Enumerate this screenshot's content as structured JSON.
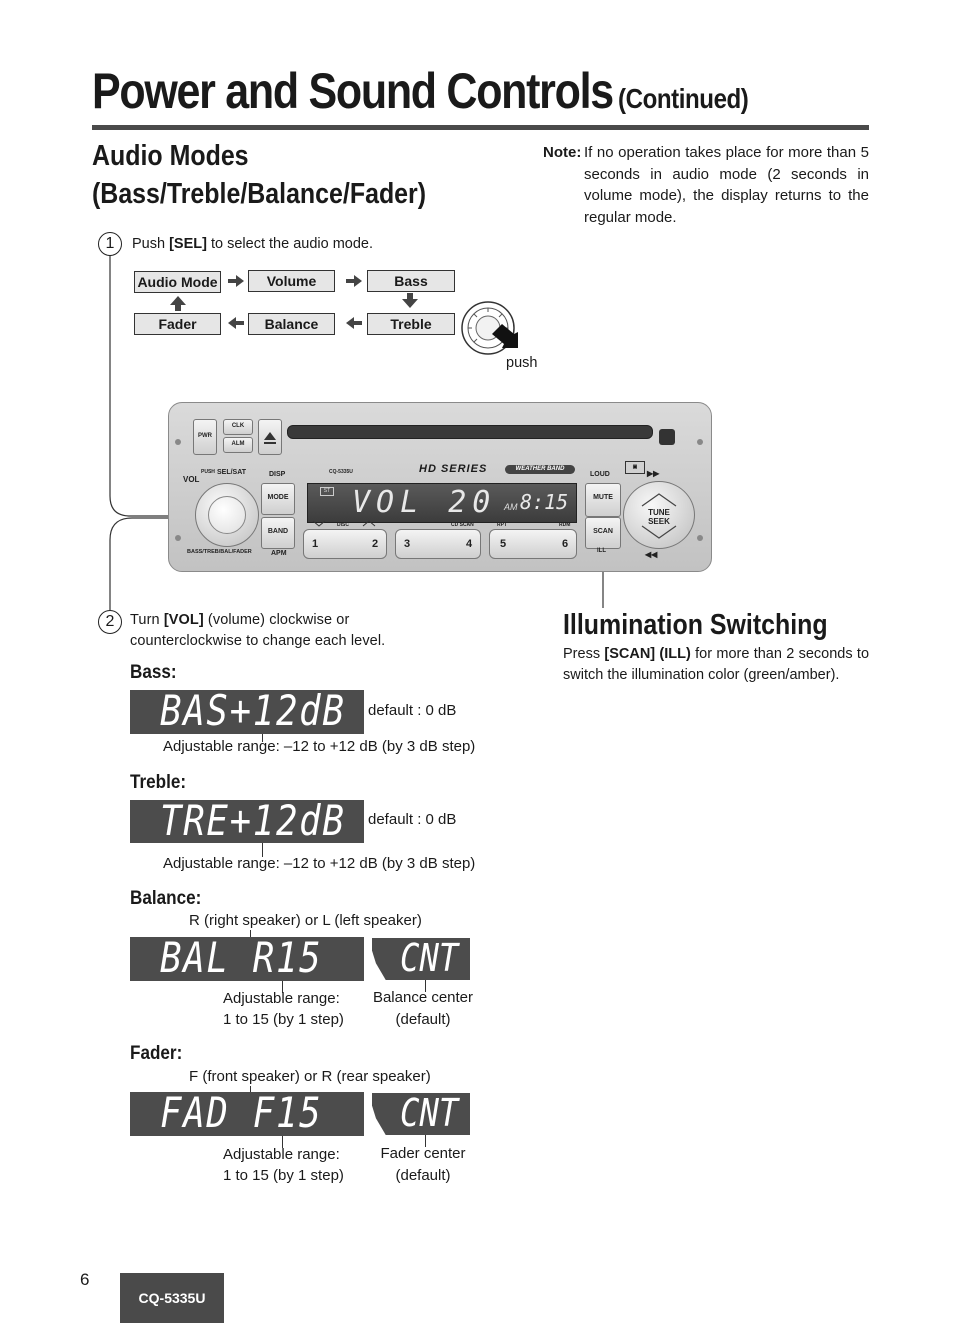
{
  "header": {
    "title": "Power and Sound Controls",
    "title_suffix": "(Continued)"
  },
  "audio_modes": {
    "heading_line1": "Audio Modes",
    "heading_line2": "(Bass/Treble/Balance/Fader)"
  },
  "note": {
    "label": "Note:",
    "text": "If no operation takes place for more than 5 seconds in audio mode (2 seconds in volume mode), the display returns to the regular mode."
  },
  "step1": {
    "number": "1",
    "text_pre": "Push ",
    "key": "[SEL]",
    "text_post": " to select the audio mode."
  },
  "flow": {
    "audio_mode": "Audio Mode",
    "volume": "Volume",
    "bass": "Bass",
    "fader": "Fader",
    "balance": "Balance",
    "treble": "Treble"
  },
  "push_label": "push",
  "radio": {
    "pwr": "PWR",
    "clk": "CLK",
    "alm": "ALM",
    "vol": "VOL",
    "push": "PUSH",
    "sel_sat": "SEL/SAT",
    "disp": "DISP",
    "model_small": "CQ-5335U",
    "hd_series": "HD SERIES",
    "weather_band": "WEATHER BAND",
    "loud": "LOUD",
    "mode": "MODE",
    "band": "BAND",
    "apm": "APM",
    "mute": "MUTE",
    "scan": "SCAN",
    "ill": "ILL",
    "tune": "TUNE",
    "seek": "SEEK",
    "bass_treb": "BASS/TREB/BAL/FADER",
    "st": "ST",
    "disc": "DISC",
    "cd_scan": "CD SCAN",
    "rpt": "RPT",
    "rdm": "RDM",
    "presets": [
      "1",
      "2",
      "3",
      "4",
      "5",
      "6"
    ],
    "display_main": "VOL 20",
    "display_band": "AM",
    "display_time": "8:15"
  },
  "step2": {
    "number": "2",
    "text_pre": "Turn ",
    "key": "[VOL]",
    "text_post": " (volume) clockwise or counterclockwise to change each level."
  },
  "bass": {
    "heading": "Bass:",
    "display": "BAS+12dB",
    "default": "default : 0 dB",
    "range": "Adjustable range: –12 to +12 dB (by 3 dB step)"
  },
  "treble": {
    "heading": "Treble:",
    "display": "TRE+12dB",
    "default": "default : 0 dB",
    "range": "Adjustable range: –12 to +12 dB (by 3 dB step)"
  },
  "balance": {
    "heading": "Balance:",
    "top_label": "R (right speaker) or L (left speaker)",
    "display": "BAL R15",
    "center_display": "CNT",
    "range_line1": "Adjustable range:",
    "range_line2": "1 to 15 (by 1 step)",
    "center_line1": "Balance center",
    "center_line2": "(default)"
  },
  "fader": {
    "heading": "Fader:",
    "top_label": "F (front speaker) or R (rear speaker)",
    "display": "FAD F15",
    "center_display": "CNT",
    "range_line1": "Adjustable range:",
    "range_line2": "1 to 15 (by 1 step)",
    "center_line1": "Fader center",
    "center_line2": "(default)"
  },
  "illumination": {
    "heading": "Illumination Switching",
    "text_pre": "Press ",
    "key": "[SCAN] (ILL)",
    "text_post": " for more than 2 seconds to switch the illumination color (green/amber)."
  },
  "footer": {
    "page_number": "6",
    "model": "CQ-5335U"
  }
}
